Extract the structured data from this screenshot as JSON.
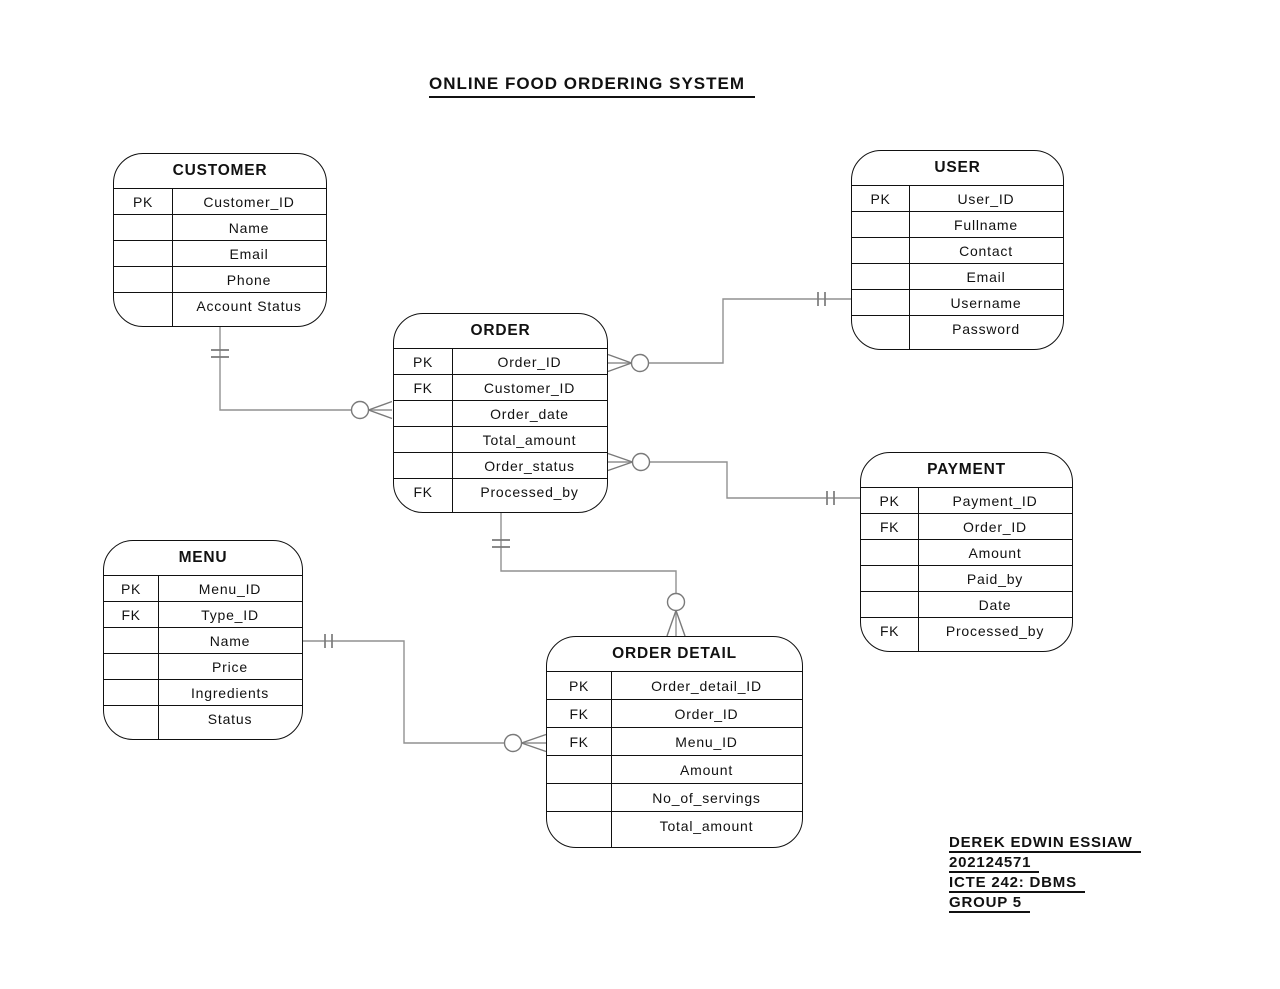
{
  "title": "ONLINE FOOD ORDERING SYSTEM",
  "entities": [
    {
      "name": "CUSTOMER",
      "rows": [
        {
          "key": "PK",
          "attr": "Customer_ID"
        },
        {
          "key": "",
          "attr": "Name"
        },
        {
          "key": "",
          "attr": "Email"
        },
        {
          "key": "",
          "attr": "Phone"
        },
        {
          "key": "",
          "attr": "Account Status"
        }
      ]
    },
    {
      "name": "USER",
      "rows": [
        {
          "key": "PK",
          "attr": "User_ID"
        },
        {
          "key": "",
          "attr": "Fullname"
        },
        {
          "key": "",
          "attr": "Contact"
        },
        {
          "key": "",
          "attr": "Email"
        },
        {
          "key": "",
          "attr": "Username"
        },
        {
          "key": "",
          "attr": "Password"
        }
      ]
    },
    {
      "name": "ORDER",
      "rows": [
        {
          "key": "PK",
          "attr": "Order_ID"
        },
        {
          "key": "FK",
          "attr": "Customer_ID"
        },
        {
          "key": "",
          "attr": "Order_date"
        },
        {
          "key": "",
          "attr": "Total_amount"
        },
        {
          "key": "",
          "attr": "Order_status"
        },
        {
          "key": "FK",
          "attr": "Processed_by"
        }
      ]
    },
    {
      "name": "PAYMENT",
      "rows": [
        {
          "key": "PK",
          "attr": "Payment_ID"
        },
        {
          "key": "FK",
          "attr": "Order_ID"
        },
        {
          "key": "",
          "attr": "Amount"
        },
        {
          "key": "",
          "attr": "Paid_by"
        },
        {
          "key": "",
          "attr": "Date"
        },
        {
          "key": "FK",
          "attr": "Processed_by"
        }
      ]
    },
    {
      "name": "MENU",
      "rows": [
        {
          "key": "PK",
          "attr": "Menu_ID"
        },
        {
          "key": "FK",
          "attr": "Type_ID"
        },
        {
          "key": "",
          "attr": "Name"
        },
        {
          "key": "",
          "attr": "Price"
        },
        {
          "key": "",
          "attr": "Ingredients"
        },
        {
          "key": "",
          "attr": "Status"
        }
      ]
    },
    {
      "name": "ORDER DETAIL",
      "rows": [
        {
          "key": "PK",
          "attr": "Order_detail_ID"
        },
        {
          "key": "FK",
          "attr": "Order_ID"
        },
        {
          "key": "FK",
          "attr": "Menu_ID"
        },
        {
          "key": "",
          "attr": "Amount"
        },
        {
          "key": "",
          "attr": "No_of_servings"
        },
        {
          "key": "",
          "attr": "Total_amount"
        }
      ]
    }
  ],
  "relationships": [
    {
      "a": "CUSTOMER",
      "a_cardinality": "one-and-only-one",
      "b": "ORDER",
      "b_cardinality": "zero-or-many"
    },
    {
      "a": "USER",
      "a_cardinality": "one-and-only-one",
      "b": "ORDER",
      "b_cardinality": "zero-or-many"
    },
    {
      "a": "PAYMENT",
      "a_cardinality": "one-and-only-one",
      "b": "ORDER",
      "b_cardinality": "zero-or-many"
    },
    {
      "a": "ORDER",
      "a_cardinality": "one-and-only-one",
      "b": "ORDER DETAIL",
      "b_cardinality": "zero-or-many"
    },
    {
      "a": "MENU",
      "a_cardinality": "one-and-only-one",
      "b": "ORDER DETAIL",
      "b_cardinality": "zero-or-many"
    }
  ],
  "signature": [
    "DEREK EDWIN ESSIAW",
    "202124571",
    "ICTE 242: DBMS",
    "GROUP 5"
  ],
  "colors": {
    "connector": "#919191",
    "symbol": "#7a7a7a",
    "border": "#111111",
    "background": "#ffffff"
  }
}
